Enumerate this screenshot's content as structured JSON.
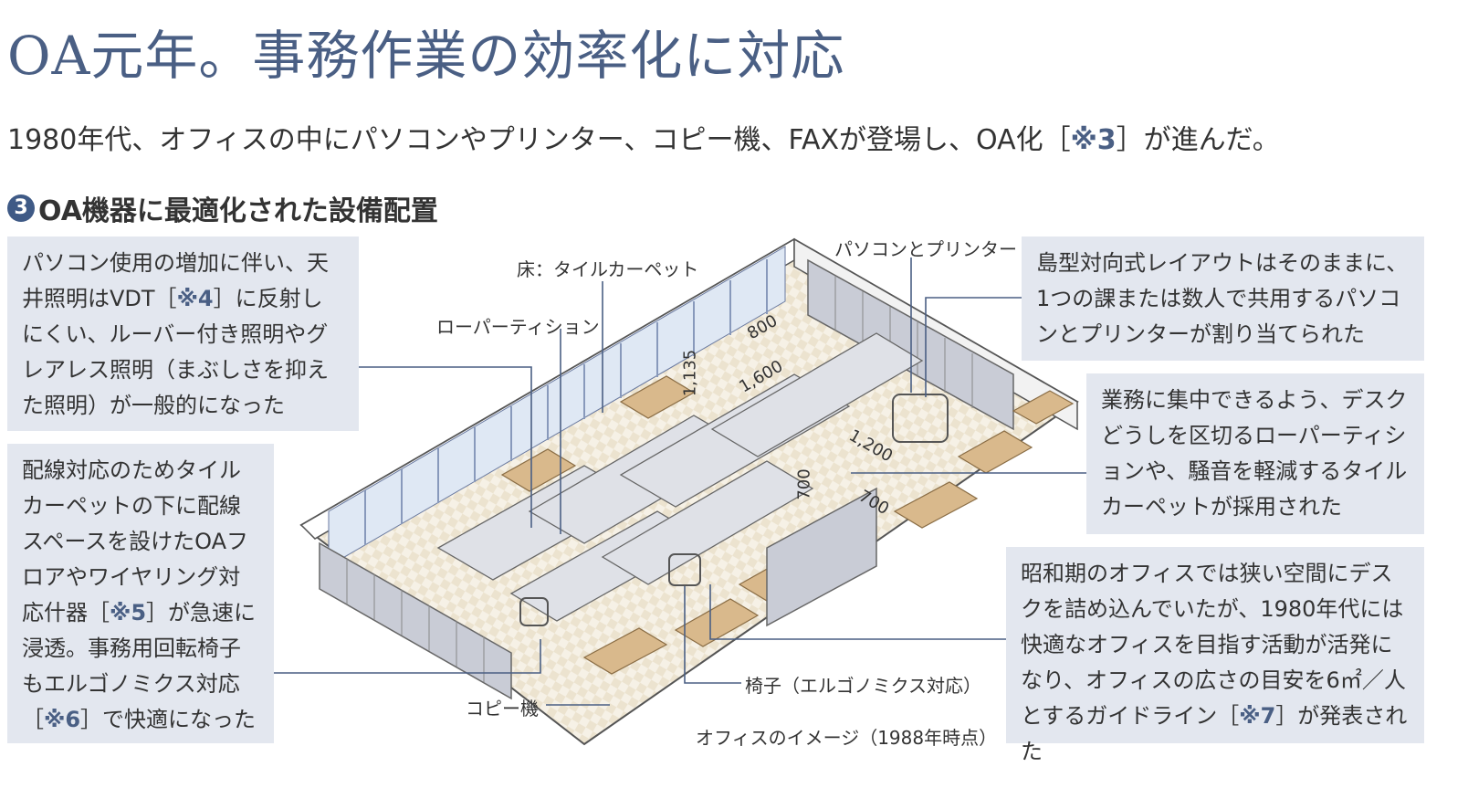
{
  "title": "OA元年。事務作業の効率化に対応",
  "subtitle": {
    "before": "1980年代、オフィスの中にパソコンやプリンター、コピー機、FAXが登場し、OA化［",
    "ref": "※3",
    "after": "］が進んだ。"
  },
  "section": {
    "number": "3",
    "heading": "OA機器に最適化された設備配置"
  },
  "boxes": {
    "lighting": {
      "before": "パソコン使用の増加に伴い、天井照明はVDT［",
      "ref": "※4",
      "after": "］に反射しにくい、ルーバー付き照明やグレアレス照明（まぶしさを抑えた照明）が一般的になった"
    },
    "floor": {
      "before": "配線対応のためタイルカーペットの下に配線スペースを設けたOAフロアやワイヤリング対応什器［",
      "ref": "※5",
      "middle": "］が急速に浸透。事務用回転椅子もエルゴノミクス対応［",
      "ref2": "※6",
      "after": "］で快適になった"
    },
    "island": {
      "text": "島型対向式レイアウトはそのままに、1つの課または数人で共用するパソコンとプリンターが割り当てられた"
    },
    "partition": {
      "text": "業務に集中できるよう、デスクどうしを区切るローパーティションや、騒音を軽減するタイルカーペットが採用された"
    },
    "showa": {
      "before": "昭和期のオフィスでは狭い空間にデスクを詰め込んでいたが、1980年代には快適なオフィスを目指す活動が活発になり、オフィスの広さの目安を6㎡／人とするガイドライン［",
      "ref": "※7",
      "after": "］が発表された"
    }
  },
  "labels": {
    "floor": "床：タイルカーペット",
    "partition": "ローパーティション",
    "pc_printer": "パソコンとプリンター",
    "chair": "椅子（エルゴノミクス対応）",
    "copier": "コピー機"
  },
  "dimensions": {
    "d1": "1,135",
    "d2": "800",
    "d3": "1,600",
    "d4": "1,200",
    "d5": "700",
    "d6": "700"
  },
  "caption": "オフィスのイメージ（1988年時点）",
  "colors": {
    "accent": "#4a5f84",
    "box_bg": "#e3e7ef",
    "floor_tan": "#d9b98c",
    "partition": "#c9ccd6"
  }
}
